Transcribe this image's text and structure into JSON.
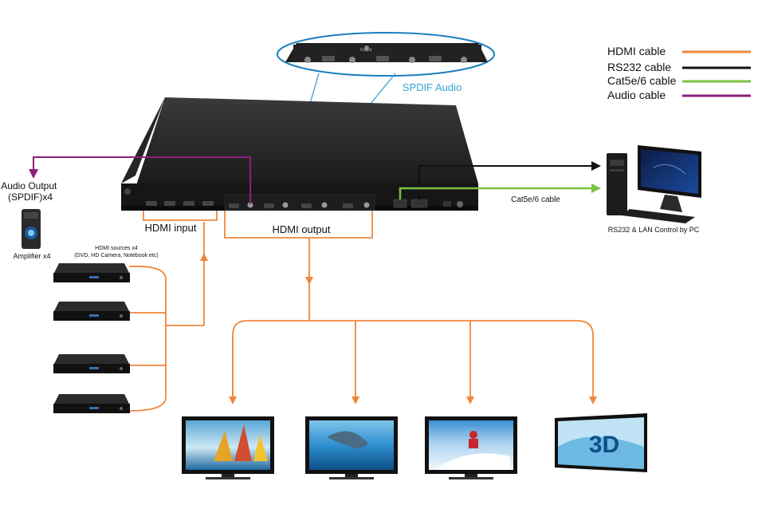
{
  "legend": {
    "items": [
      {
        "label": "HDMI cable",
        "color": "#f0873a"
      },
      {
        "label": "RS232 cable",
        "color": "#111111"
      },
      {
        "label": "Cat5e/6 cable",
        "color": "#7cc242"
      },
      {
        "label": "Audio cable",
        "color": "#8b1f7c"
      }
    ]
  },
  "labels": {
    "spdif_audio": "SPDIF Audio",
    "zoom_output": "Output",
    "hdmi_input": "HDMI input",
    "hdmi_output": "HDMI output",
    "audio_output": "Audio Output\n(SPDIF)x4",
    "amplifier": "Amplifier x4",
    "hdmi_sources_title": "HDMI sources x4",
    "hdmi_sources_sub": "(DVD, HD Camera, Notebook etc)",
    "cat_cable": "Cat5e/6 cable",
    "pc_control": "RS232 & LAN Control by PC",
    "tv_3d": "3D"
  },
  "colors": {
    "hdmi": "#f0873a",
    "rs232": "#111111",
    "cat": "#7cc242",
    "audio": "#8b1f7c",
    "spdif": "#3aa0d8"
  }
}
